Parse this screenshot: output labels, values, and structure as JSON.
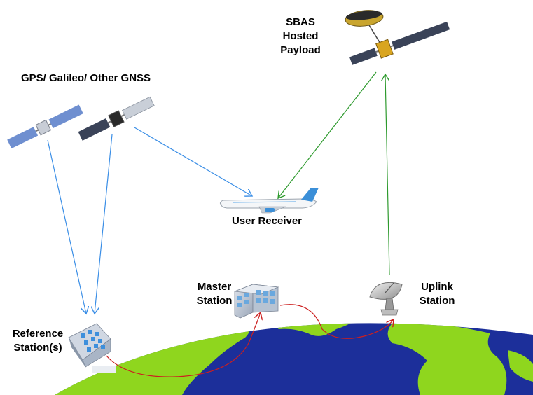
{
  "labels": {
    "gnss_title": "GPS/ Galileo/ Other GNSS",
    "sbas_line1": "SBAS",
    "sbas_line2": "Hosted",
    "sbas_line3": "Payload",
    "user_receiver": "User Receiver",
    "master_line1": "Master",
    "master_line2": "Station",
    "uplink_line1": "Uplink",
    "uplink_line2": "Station",
    "reference_line1": "Reference",
    "reference_line2": "Station(s)"
  },
  "colors": {
    "gnss_signal": "#3a8ee6",
    "sbas_signal": "#2e9a2e",
    "ground_link": "#cc1f1f",
    "ocean": "#1c2f9a",
    "land": "#8fd61e",
    "satellite_panel": "#6f8fd0",
    "satellite_panel_dark": "#3a4358"
  },
  "icons": {
    "gnss_satellite_1": "satellite-icon",
    "gnss_satellite_2": "satellite-icon",
    "sbas_satellite": "satellite-icon",
    "aircraft": "airplane-icon",
    "master_building": "building-icon",
    "reference_building": "building-icon",
    "uplink_antenna": "satellite-dish-icon",
    "earth": "globe-icon"
  }
}
